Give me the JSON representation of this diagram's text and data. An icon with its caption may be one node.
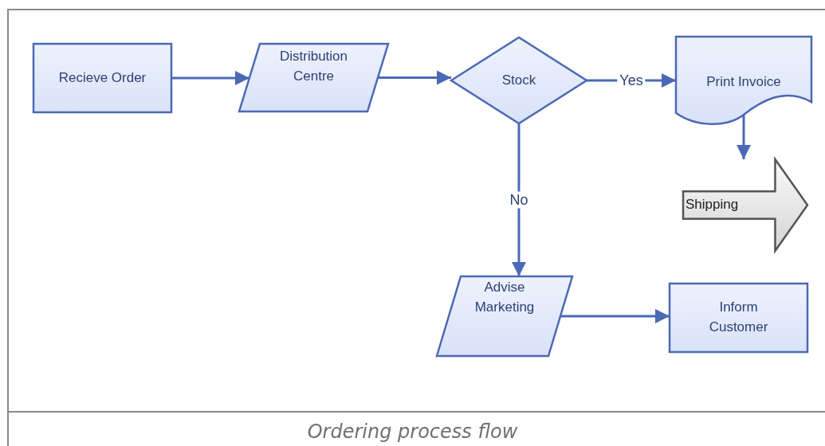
{
  "diagram": {
    "caption": "Ordering process flow",
    "nodes": [
      {
        "text": [
          "Recieve Order"
        ]
      },
      {
        "text": [
          "Distribution Centre"
        ]
      },
      {
        "text": [
          "Stock"
        ]
      },
      {
        "text": [
          "Print Invoice"
        ]
      },
      {
        "text": [
          "Shipping"
        ]
      },
      {
        "text": [
          "Advise Marketing"
        ]
      },
      {
        "text": [
          "Inform Customer"
        ]
      }
    ],
    "edges": [
      {
        "from": 0,
        "to": 1,
        "arrow": "to"
      },
      {
        "from": 1,
        "to": 2,
        "arrow": "to"
      },
      {
        "from": 2,
        "to": 3,
        "arrow": "to",
        "label": "Yes"
      },
      {
        "from": 3,
        "to": 4,
        "arrow": "to"
      },
      {
        "from": 2,
        "to": 5,
        "arrow": "to",
        "label": "No"
      },
      {
        "from": 5,
        "to": 6,
        "arrow": "to"
      }
    ]
  }
}
